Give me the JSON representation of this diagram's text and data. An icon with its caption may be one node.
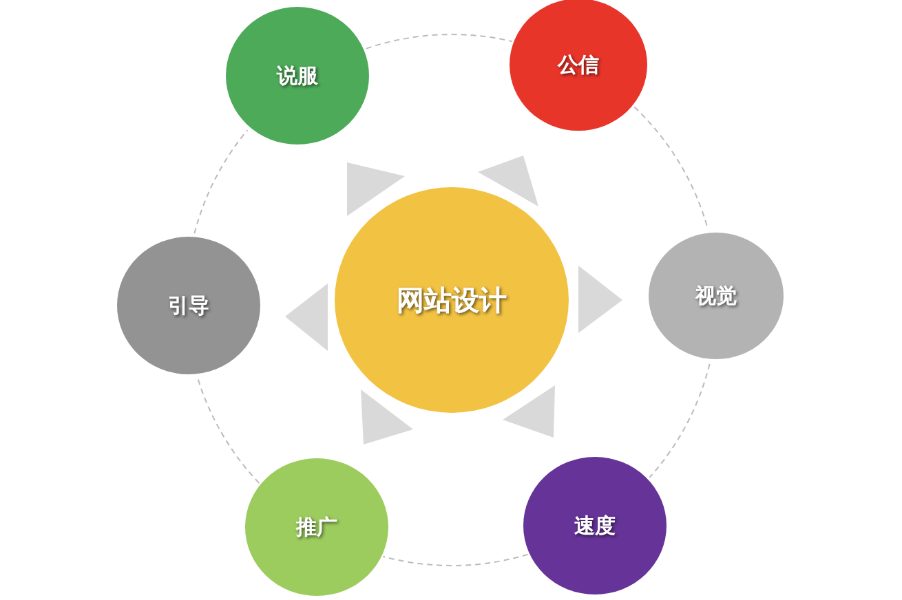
{
  "diagram": {
    "nodes": [
      {
        "text": [
          "网站设计"
        ]
      },
      {
        "text": [
          "说服"
        ]
      },
      {
        "text": [
          "公信"
        ]
      },
      {
        "text": [
          "引导"
        ]
      },
      {
        "text": [
          "视觉"
        ]
      },
      {
        "text": [
          "推广"
        ]
      },
      {
        "text": [
          "速度"
        ]
      }
    ],
    "edges": [
      {
        "from": 1,
        "to": 2,
        "arrow": "none",
        "style": "dashed"
      },
      {
        "from": 2,
        "to": 4,
        "arrow": "none",
        "style": "dashed"
      },
      {
        "from": 4,
        "to": 6,
        "arrow": "none",
        "style": "dashed"
      },
      {
        "from": 6,
        "to": 5,
        "arrow": "none",
        "style": "dashed"
      },
      {
        "from": 5,
        "to": 3,
        "arrow": "none",
        "style": "dashed"
      },
      {
        "from": 3,
        "to": 1,
        "arrow": "none",
        "style": "dashed"
      }
    ]
  }
}
